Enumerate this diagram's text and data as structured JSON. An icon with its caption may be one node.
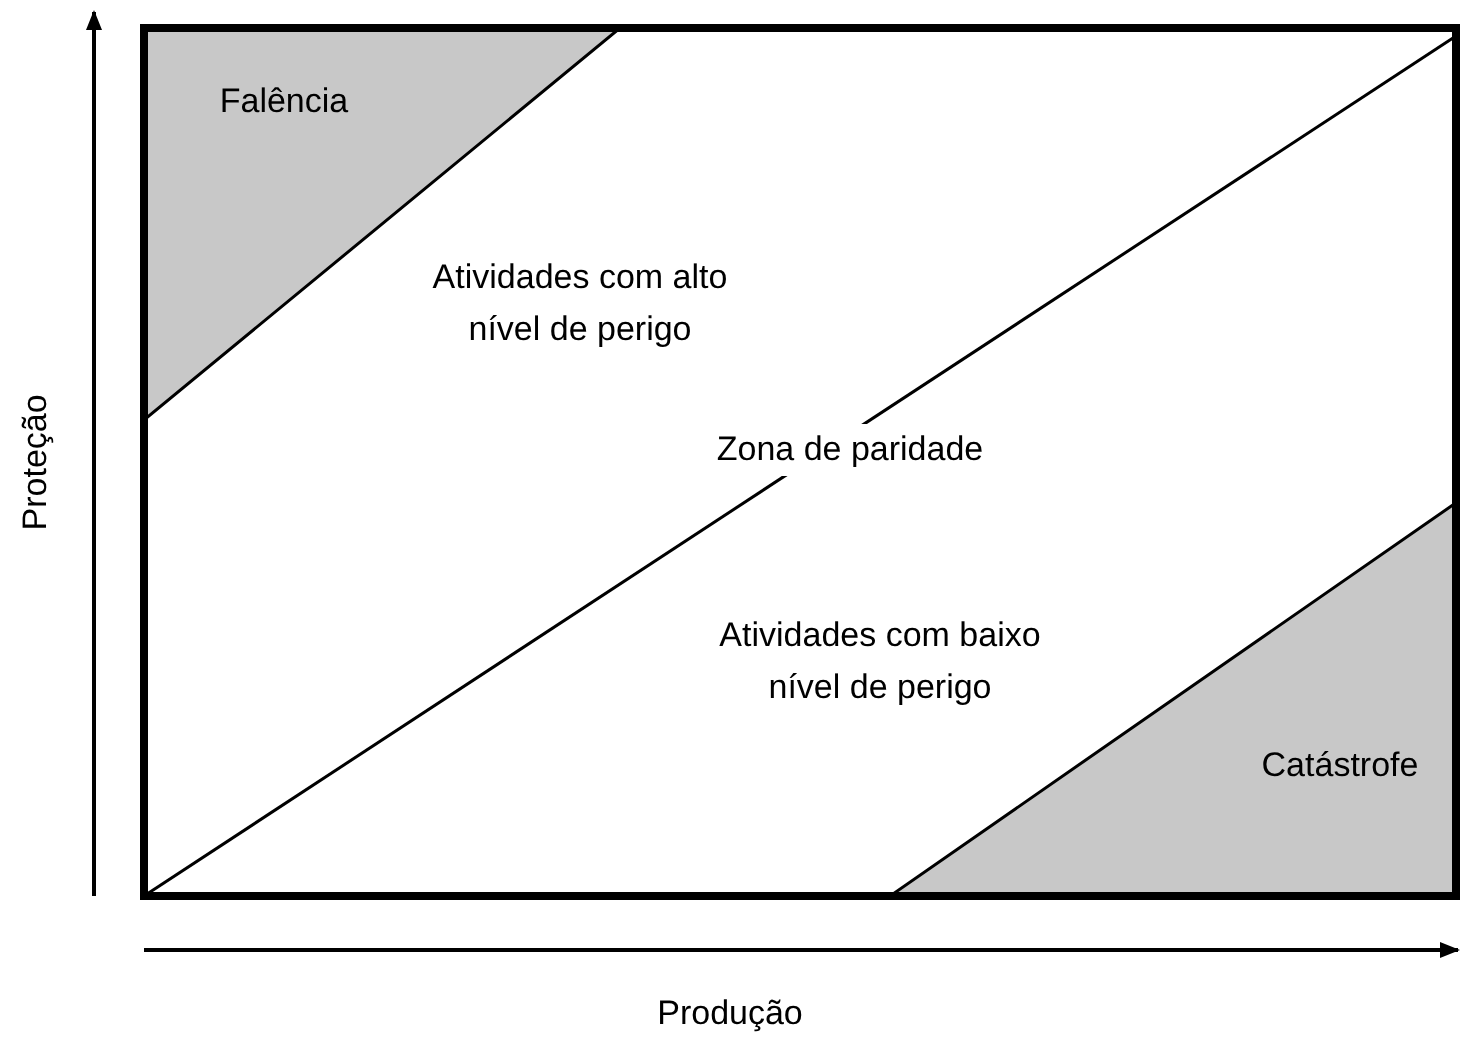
{
  "diagram": {
    "nodes": [
      {
        "text": [
          "Falência"
        ]
      },
      {
        "text": [
          "Catástrofe"
        ]
      }
    ],
    "labels": [
      "Atividades com alto nível de perigo",
      "Zona de paridade",
      "Atividades com baixo nível de perigo",
      "Proteção",
      "Produção"
    ]
  }
}
